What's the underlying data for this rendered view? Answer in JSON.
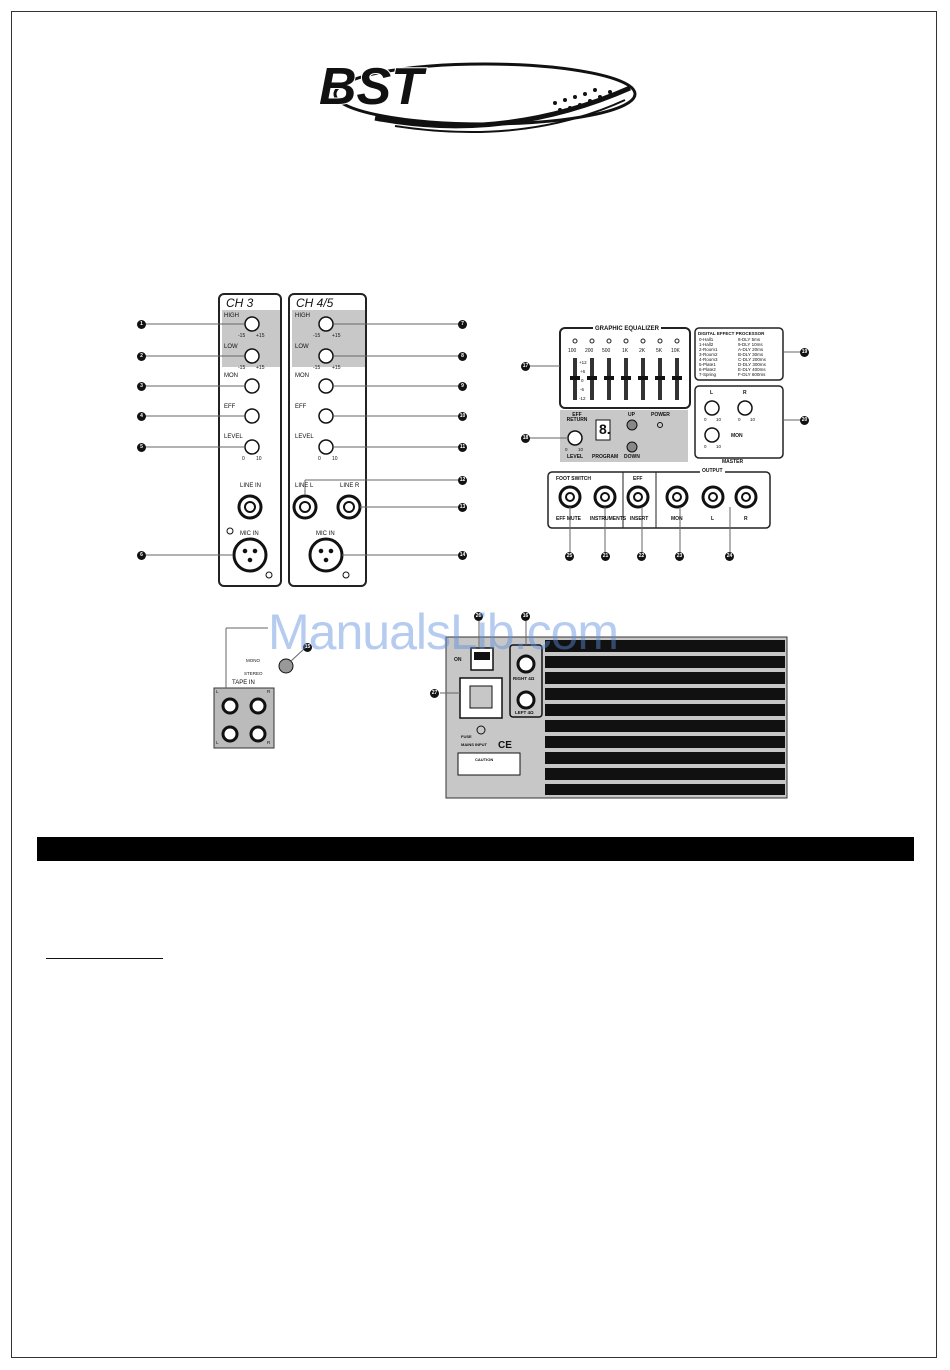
{
  "brand": {
    "logo_text": "BST"
  },
  "channel_strip_1": {
    "title": "CH 3",
    "labels": {
      "high": "HIGH",
      "low": "LOW",
      "mon": "MON",
      "eff": "EFF",
      "level": "LEVEL",
      "line_in": "LINE IN",
      "mic_in": "MIC IN"
    },
    "eq_scale": {
      "min": "-15",
      "max": "+15"
    },
    "level_scale": {
      "min": "0",
      "max": "10"
    },
    "callouts": [
      "1",
      "2",
      "3",
      "4",
      "5",
      "6"
    ]
  },
  "channel_strip_2": {
    "title": "CH 4/5",
    "labels": {
      "high": "HIGH",
      "low": "LOW",
      "mon": "MON",
      "eff": "EFF",
      "level": "LEVEL",
      "line_l": "LINE L",
      "line_r": "LINE R",
      "mic_in": "MIC IN"
    },
    "eq_scale": {
      "min": "-15",
      "max": "+15"
    },
    "level_scale": {
      "min": "0",
      "max": "10"
    },
    "callouts": [
      "7",
      "8",
      "9",
      "10",
      "11",
      "12",
      "13",
      "14"
    ]
  },
  "master_section": {
    "graphic_eq_title": "GRAPHIC EQUALIZER",
    "eq_bands": [
      "100",
      "200",
      "500",
      "1K",
      "2K",
      "5K",
      "10K"
    ],
    "eq_scale": [
      "+12",
      "+6",
      "0",
      "-6",
      "-12"
    ],
    "dsp_title": "DIGITAL EFFECT PROCESSOR",
    "dsp_programs_left": [
      "0-Hall1",
      "1-Hall2",
      "2-Room1",
      "3-Room2",
      "4-Room3",
      "5-Plate1",
      "6-Plate2",
      "7-Spring"
    ],
    "dsp_programs_right": [
      "8-DLY 5ms",
      "9-DLY 10ms",
      "A-DLY 20ms",
      "B-DLY 30ms",
      "C-DLY 200ms",
      "D-DLY 300ms",
      "E-DLY 400ms",
      "F-DLY 600ms"
    ],
    "eff_return": "EFF RETURN",
    "level": "LEVEL",
    "program": "PROGRAM",
    "up": "UP",
    "down": "DOWN",
    "power": "POWER",
    "display_digit": "8.",
    "master": "MASTER",
    "mon": "MON",
    "master_l": "L",
    "master_r": "R",
    "scale_min": "0",
    "scale_max": "10",
    "foot_switch": "FOOT SWITCH",
    "eff_mute": "EFF MUTE",
    "instruments": "INSTRUMENTS",
    "eff": "EFF",
    "insert": "INSERT",
    "output": "OUTPUT",
    "out_mon": "MON",
    "out_l": "L",
    "out_r": "R",
    "callouts": [
      "17",
      "18",
      "19",
      "20",
      "25",
      "21",
      "22",
      "23",
      "24"
    ]
  },
  "tape_section": {
    "label": "TAPE IN",
    "switch_labels": [
      "MONO",
      "STEREO"
    ],
    "jack_labels": [
      "L",
      "R",
      "L",
      "R"
    ],
    "callouts": [
      "15"
    ]
  },
  "rear_panel": {
    "on_label": "ON",
    "right": "RIGHT 4Ω",
    "left": "LEFT 4Ω",
    "fuse": "FUSE",
    "mains": "MAINS INPUT",
    "ce": "CE",
    "caution": "CAUTION",
    "callouts": [
      "26",
      "27",
      "16"
    ]
  },
  "watermark": "ManualsLib.com"
}
